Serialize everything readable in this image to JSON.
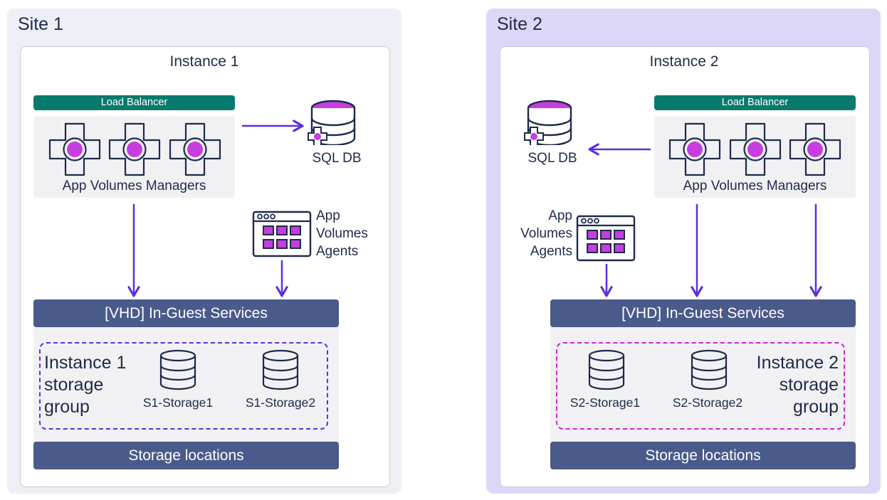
{
  "colors": {
    "site1_bg": "#eeeef5",
    "site2_bg": "#dcd7f7",
    "load_balancer": "#087a6e",
    "service_bar": "#4a5a8a",
    "arrow": "#5b2ee0",
    "accent_purple": "#c63de0",
    "group1_border": "#5b2ee0",
    "group2_border": "#d81ed8"
  },
  "site1": {
    "title": "Site 1",
    "instance_title": "Instance 1",
    "load_balancer": "Load Balancer",
    "managers_label": "App Volumes Managers",
    "sql_label": "SQL DB",
    "agents_label": [
      "App",
      "Volumes",
      "Agents"
    ],
    "services_bar": "[VHD] In-Guest Services",
    "storage_group_label": [
      "Instance 1",
      "storage",
      "group"
    ],
    "storages": [
      "S1-Storage1",
      "S1-Storage2"
    ],
    "storage_locations": "Storage locations"
  },
  "site2": {
    "title": "Site 2",
    "instance_title": "Instance 2",
    "load_balancer": "Load Balancer",
    "managers_label": "App Volumes Managers",
    "sql_label": "SQL DB",
    "agents_label": [
      "App",
      "Volumes",
      "Agents"
    ],
    "services_bar": "[VHD] In-Guest Services",
    "storage_group_label": [
      "Instance 2",
      "storage",
      "group"
    ],
    "storages": [
      "S2-Storage1",
      "S2-Storage2"
    ],
    "storage_locations": "Storage locations"
  },
  "icons": {
    "manager": "gear-cross-icon",
    "database": "database-icon",
    "agent": "app-window-icon",
    "storage": "storage-cylinder-icon"
  }
}
